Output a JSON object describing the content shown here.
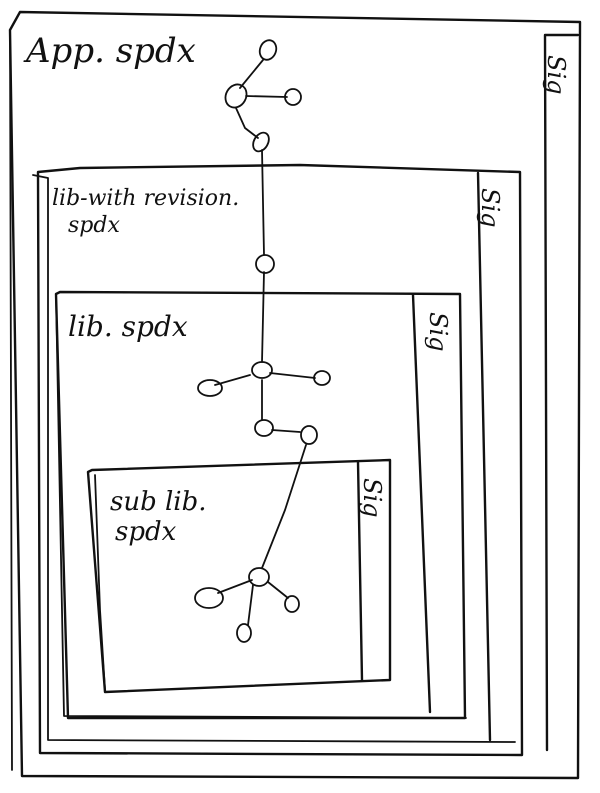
{
  "boxes": [
    {
      "id": "app",
      "title": "App. spdx",
      "signature_label": "Sig"
    },
    {
      "id": "lib-with-revision",
      "title_line1": "lib-with revision.",
      "title_line2": "spdx",
      "signature_label": "Sig"
    },
    {
      "id": "lib",
      "title": "lib. spdx",
      "signature_label": "Sig"
    },
    {
      "id": "sublib",
      "title_line1": "sub lib.",
      "title_line2": "spdx",
      "signature_label": "Sig"
    }
  ],
  "graph_description": "element nodes linked across nested documents"
}
